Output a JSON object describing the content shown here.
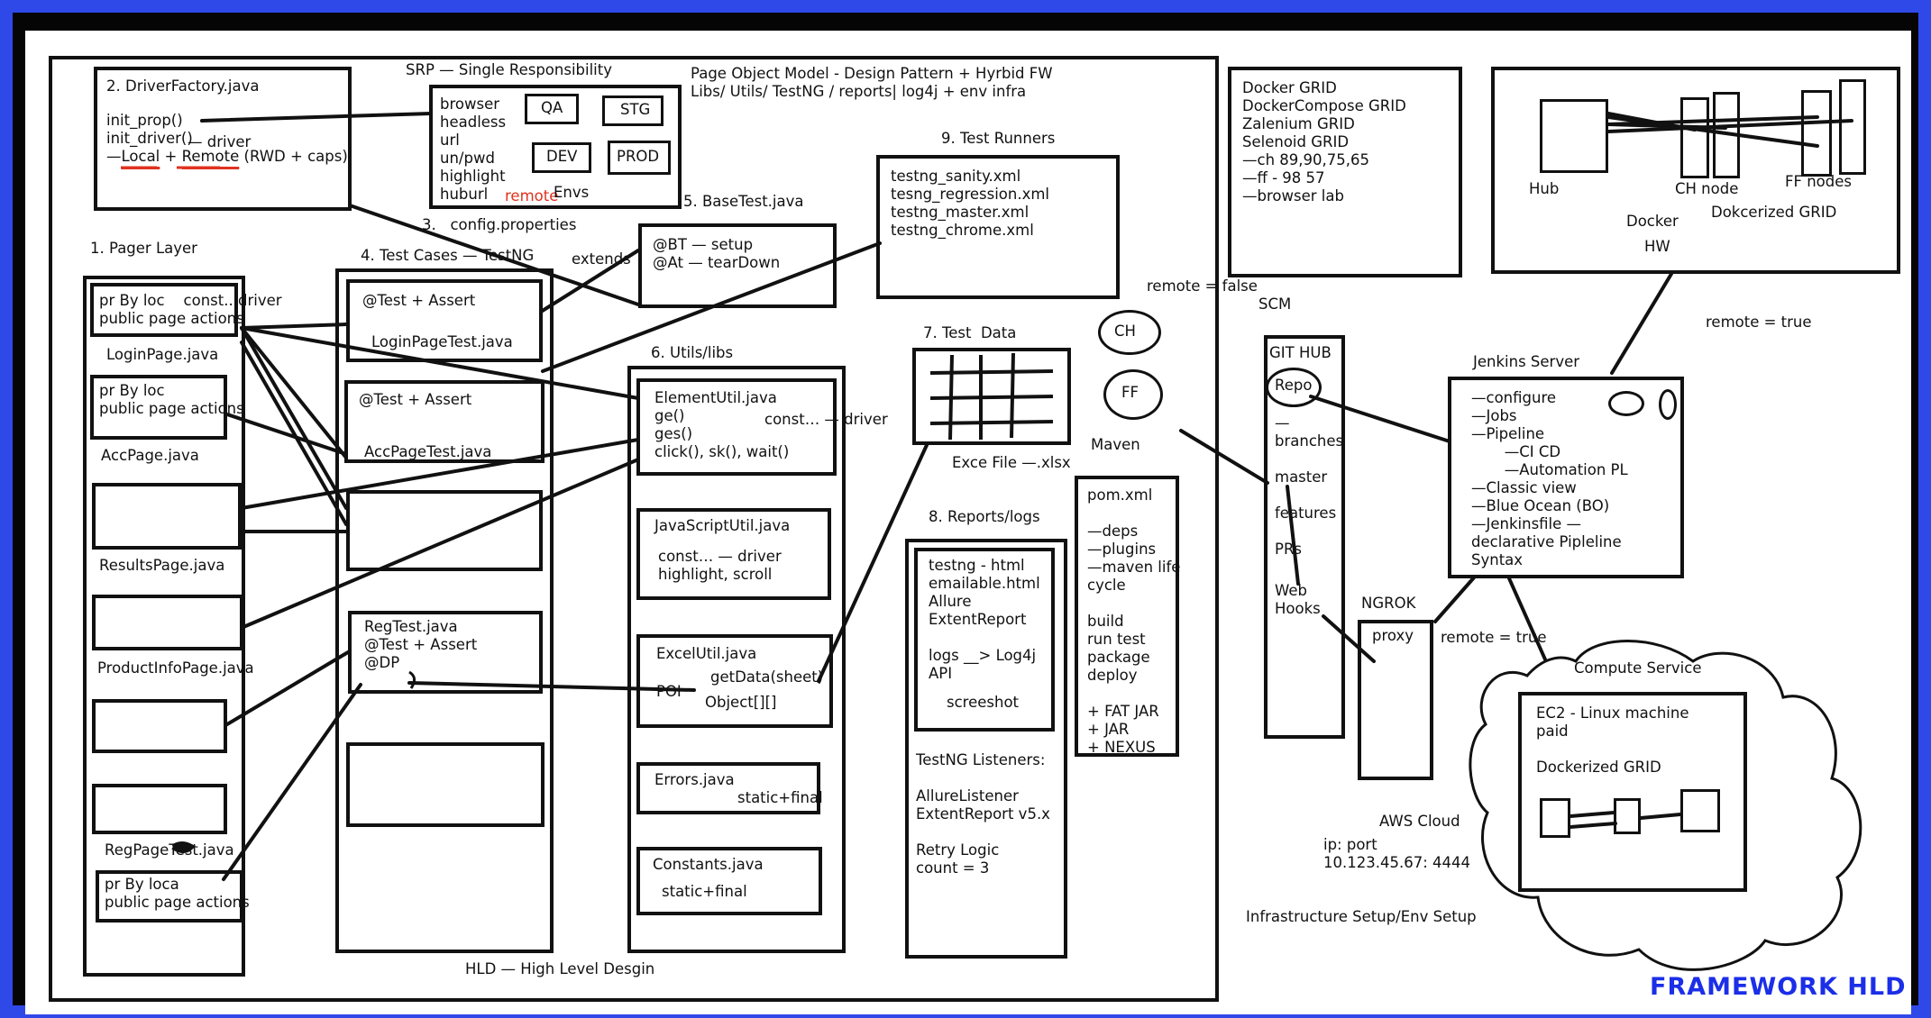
{
  "footer": {
    "title": "FRAMEWORK HLD"
  },
  "header": {
    "srp": "SRP — Single Responsibility",
    "pom": "Page Object Model - Design Pattern + Hyrbid FW",
    "libs": "Libs/ Utils/ TestNG / reports| log4j + env infra",
    "hld": "HLD — High Level Desgin",
    "infra": "Infrastructure Setup/Env Setup"
  },
  "driver_factory": {
    "title": "2. DriverFactory.java",
    "line1": "init_prop()",
    "line2": "init_driver()",
    "driver_note": "— driver",
    "line3_prefix": "—",
    "local": "Local",
    "plus": " + ",
    "remote": "Remote",
    "caps": " (RWD + caps)"
  },
  "config": {
    "items": [
      "browser",
      "headless",
      "url",
      "un/pwd",
      "highlight",
      "huburl"
    ],
    "remote": "remote",
    "envs": "Envs",
    "qa": "QA",
    "stg": "STG",
    "dev": "DEV",
    "prod": "PROD",
    "label": "3.   config.properties"
  },
  "page_layer": {
    "title": "1. Pager Layer",
    "login1": "pr By loc    const.. driver",
    "login2": "public page actions",
    "login_label": "LoginPage.java",
    "acc1": "pr By loc",
    "acc2": "public page actions",
    "acc_label": "AccPage.java",
    "results_label": "ResultsPage.java",
    "product_label": "ProductInfoPage.java",
    "reg_label": "RegPageTest.java",
    "reg1": "pr By loca",
    "reg2": "public page actions"
  },
  "test_cases": {
    "title": "4. Test Cases — TestNG",
    "extends": "extends",
    "login_test1": "@Test + Assert",
    "login_test2": "LoginPageTest.java",
    "acc_test1": "@Test + Assert",
    "acc_test2": "AccPageTest.java",
    "reg1": "RegTest.java",
    "reg2": "@Test + Assert",
    "reg3": "@DP"
  },
  "base_test": {
    "title": "5. BaseTest.java",
    "setup": "@BT — setup",
    "teardown": "@At — tearDown"
  },
  "runners": {
    "title": "9. Test Runners",
    "files": [
      "testng_sanity.xml",
      "tesng_regression.xml",
      "testng_master.xml",
      "testng_chrome.xml"
    ]
  },
  "utils": {
    "title": "6. Utils/libs",
    "element1": "ElementUtil.java",
    "element2": "ge()",
    "element3": "ges()",
    "element4": "click(), sk(), wait()",
    "element_const": "const… — driver",
    "js1": "JavaScriptUtil.java",
    "js2": "const… — driver",
    "js3": "highlight, scroll",
    "excel1": "ExcelUtil.java",
    "excel2": "getData(sheet)",
    "excel_poi": "POI",
    "excel3": "Object[][]",
    "errors1": "Errors.java",
    "errors2": "static+final",
    "constants1": "Constants.java",
    "constants2": "static+final"
  },
  "test_data": {
    "title": "7. Test  Data",
    "file": "Exce File —.xlsx"
  },
  "reports": {
    "title": "8. Reports/logs",
    "items": [
      "testng - html",
      "emailable.html",
      "Allure",
      "ExtentReport",
      "",
      "logs __> Log4j",
      "API"
    ],
    "screenshot": "screeshot",
    "listeners": [
      "TestNG Listeners:",
      "",
      "AllureListener",
      "ExtentReport v5.x",
      "",
      "Retry Logic",
      "count = 3"
    ]
  },
  "maven": {
    "ch": "CH",
    "ff": "FF",
    "label": "Maven",
    "remote_false": "remote = false",
    "pom": [
      "pom.xml",
      "",
      "—deps",
      "—plugins",
      "—maven life",
      "cycle",
      "",
      "build",
      "run test",
      "package",
      "deploy",
      "",
      "+ FAT JAR",
      "+ JAR",
      "+ NEXUS"
    ]
  },
  "docker_grid": {
    "items": [
      "Docker GRID",
      "DockerCompose GRID",
      "Zalenium GRID",
      "Selenoid GRID",
      "—ch 89,90,75,65",
      "—ff - 98 57",
      "—browser lab"
    ]
  },
  "hw": {
    "hub": "Hub",
    "ch_node": "CH node",
    "ff_nodes": "FF nodes",
    "docker": "Docker",
    "dockerized": "Dokcerized GRID",
    "hw": "HW",
    "remote_true": "remote = true"
  },
  "scm": {
    "label": "SCM",
    "git": "GIT HUB",
    "repo": "Repo",
    "dash": "—",
    "branches": "branches",
    "master": "master",
    "features": "features",
    "prs": "PRs",
    "web": "Web",
    "hooks": "Hooks"
  },
  "ngrok": {
    "title": "NGROK",
    "proxy": "proxy",
    "remote_true": "remote = true"
  },
  "jenkins": {
    "title": "Jenkins Server",
    "items": [
      "—configure",
      "—Jobs",
      "—Pipeline",
      "       —CI CD",
      "       —Automation PL",
      "—Classic view",
      "—Blue Ocean (BO)",
      "—Jenkinsfile —",
      "declarative Pipleline",
      "Syntax"
    ]
  },
  "aws": {
    "compute": "Compute Service",
    "ec2": "EC2 - Linux machine",
    "paid": "paid",
    "dockerized": "Dockerized GRID",
    "cloud": "AWS Cloud",
    "ip": "ip: port",
    "address": "10.123.45.67: 4444"
  }
}
